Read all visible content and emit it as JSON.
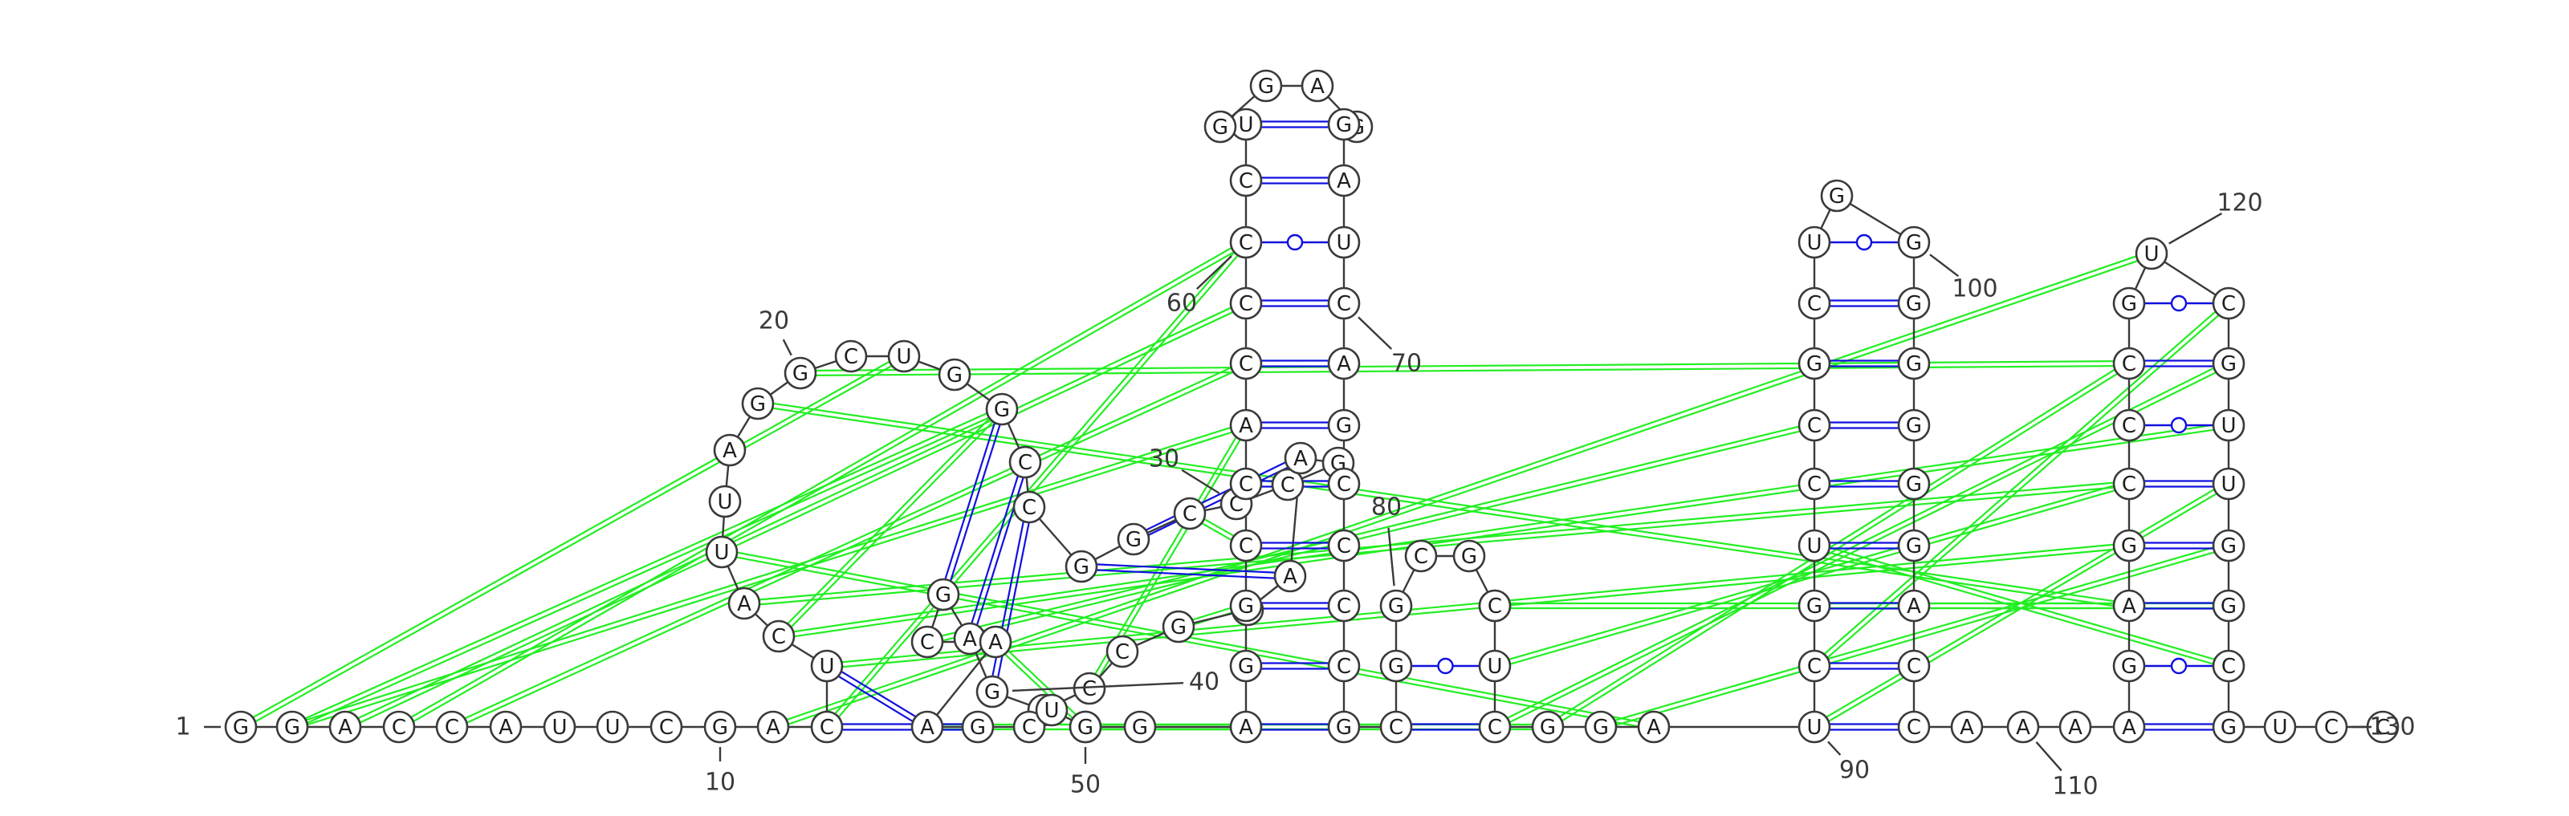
{
  "diagram": {
    "type": "rna-secondary-structure",
    "sequence": "GGACCAUUCGACUCAUUAGGCUGGCCGGCCCGAAGGCCAGAGCAAGCUUGGAGGCCACCCCUGGAGGAUCAGCCCCGCGGCGGCUCGGAUCGUCCGCUGGGGGGGACCAAAAGAGCCCGUCGUUGGCGUCC",
    "colors": {
      "backbone": "#3a3a3a",
      "canonical_pair": "#1010e0",
      "tertiary_interaction": "#22ee22",
      "nucleotide_fill": "#ffffff"
    },
    "position_labels": [
      {
        "index": 1,
        "text": "1"
      },
      {
        "index": 10,
        "text": "10"
      },
      {
        "index": 20,
        "text": "20"
      },
      {
        "index": 30,
        "text": "30"
      },
      {
        "index": 40,
        "text": "40"
      },
      {
        "index": 50,
        "text": "50"
      },
      {
        "index": 60,
        "text": "60"
      },
      {
        "index": 70,
        "text": "70"
      },
      {
        "index": 80,
        "text": "80"
      },
      {
        "index": 90,
        "text": "90"
      },
      {
        "index": 100,
        "text": "100"
      },
      {
        "index": 110,
        "text": "110"
      },
      {
        "index": 120,
        "text": "120"
      },
      {
        "index": 130,
        "text": "130"
      }
    ],
    "base_pairs": [
      {
        "i": 12,
        "j": 46,
        "type": "canonical"
      },
      {
        "i": 13,
        "j": 45,
        "type": "canonical"
      },
      {
        "i": 24,
        "j": 42,
        "type": "canonical"
      },
      {
        "i": 25,
        "j": 41,
        "type": "canonical"
      },
      {
        "i": 26,
        "j": 40,
        "type": "canonical"
      },
      {
        "i": 27,
        "j": 34,
        "type": "canonical"
      },
      {
        "i": 28,
        "j": 33,
        "type": "canonical"
      },
      {
        "i": 52,
        "j": 77,
        "type": "canonical"
      },
      {
        "i": 53,
        "j": 76,
        "type": "canonical"
      },
      {
        "i": 54,
        "j": 75,
        "type": "canonical"
      },
      {
        "i": 55,
        "j": 74,
        "type": "canonical"
      },
      {
        "i": 56,
        "j": 73,
        "type": "canonical"
      },
      {
        "i": 57,
        "j": 72,
        "type": "canonical"
      },
      {
        "i": 58,
        "j": 71,
        "type": "canonical"
      },
      {
        "i": 59,
        "j": 70,
        "type": "canonical"
      },
      {
        "i": 60,
        "j": 69,
        "type": "wobble"
      },
      {
        "i": 61,
        "j": 68,
        "type": "canonical"
      },
      {
        "i": 62,
        "j": 67,
        "type": "canonical"
      },
      {
        "i": 78,
        "j": 86,
        "type": "canonical"
      },
      {
        "i": 79,
        "j": 85,
        "type": "wobble"
      },
      {
        "i": 90,
        "j": 108,
        "type": "canonical"
      },
      {
        "i": 91,
        "j": 107,
        "type": "canonical"
      },
      {
        "i": 92,
        "j": 106,
        "type": "canonical"
      },
      {
        "i": 93,
        "j": 105,
        "type": "canonical"
      },
      {
        "i": 94,
        "j": 104,
        "type": "canonical"
      },
      {
        "i": 95,
        "j": 103,
        "type": "canonical"
      },
      {
        "i": 96,
        "j": 102,
        "type": "canonical"
      },
      {
        "i": 97,
        "j": 101,
        "type": "canonical"
      },
      {
        "i": 98,
        "j": 100,
        "type": "wobble"
      },
      {
        "i": 112,
        "j": 128,
        "type": "canonical"
      },
      {
        "i": 113,
        "j": 127,
        "type": "wobble"
      },
      {
        "i": 114,
        "j": 126,
        "type": "canonical"
      },
      {
        "i": 115,
        "j": 125,
        "type": "canonical"
      },
      {
        "i": 116,
        "j": 124,
        "type": "canonical"
      },
      {
        "i": 117,
        "j": 123,
        "type": "wobble"
      },
      {
        "i": 118,
        "j": 122,
        "type": "canonical"
      },
      {
        "i": 119,
        "j": 121,
        "type": "wobble"
      }
    ],
    "tertiary_interactions": [
      {
        "i": 1,
        "j": 22
      },
      {
        "i": 2,
        "j": 24
      },
      {
        "i": 3,
        "j": 59
      },
      {
        "i": 4,
        "j": 60
      },
      {
        "i": 5,
        "j": 58
      },
      {
        "i": 2,
        "j": 57
      },
      {
        "i": 14,
        "j": 24
      },
      {
        "i": 12,
        "j": 60
      },
      {
        "i": 11,
        "j": 120
      },
      {
        "i": 14,
        "j": 123
      },
      {
        "i": 15,
        "j": 116
      },
      {
        "i": 16,
        "j": 89
      },
      {
        "i": 19,
        "j": 114
      },
      {
        "i": 13,
        "j": 115
      },
      {
        "i": 20,
        "j": 118
      },
      {
        "i": 36,
        "j": 54
      },
      {
        "i": 38,
        "j": 57
      },
      {
        "i": 29,
        "j": 55
      },
      {
        "i": 44,
        "j": 49
      },
      {
        "i": 45,
        "j": 77
      },
      {
        "i": 47,
        "j": 78
      },
      {
        "i": 50,
        "j": 87
      },
      {
        "i": 86,
        "j": 122
      },
      {
        "i": 87,
        "j": 118
      },
      {
        "i": 88,
        "j": 125
      },
      {
        "i": 90,
        "j": 124
      },
      {
        "i": 91,
        "j": 121
      },
      {
        "i": 92,
        "j": 126
      },
      {
        "i": 93,
        "j": 127
      },
      {
        "i": 84,
        "j": 114
      },
      {
        "i": 43,
        "j": 95
      },
      {
        "i": 85,
        "j": 116
      }
    ]
  }
}
